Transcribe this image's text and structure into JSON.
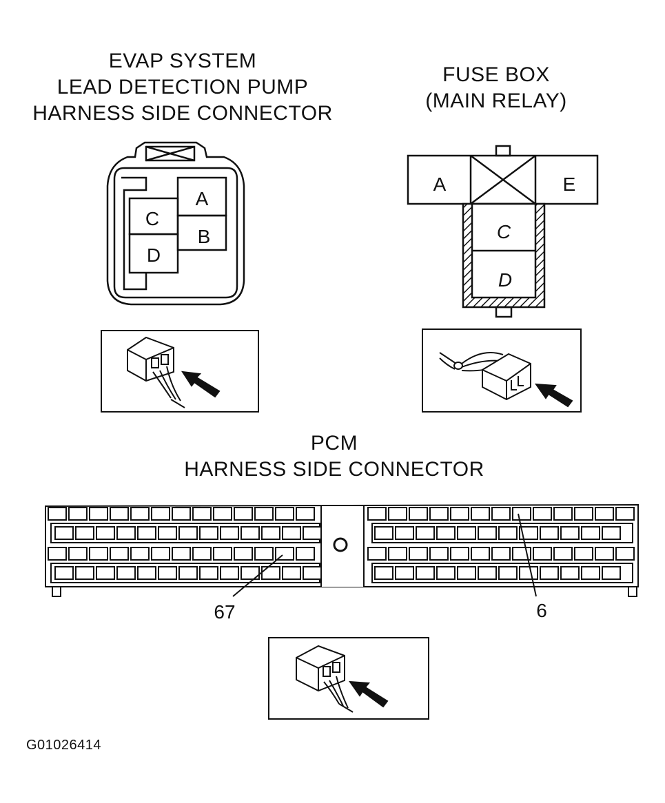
{
  "evap_connector": {
    "title_lines": [
      "EVAP SYSTEM",
      "LEAD DETECTION PUMP",
      "HARNESS SIDE CONNECTOR"
    ],
    "terminals": [
      "A",
      "B",
      "C",
      "D"
    ]
  },
  "fuse_box": {
    "title_lines": [
      "FUSE BOX",
      "(MAIN RELAY)"
    ],
    "terminals": [
      "A",
      "E",
      "C",
      "D"
    ]
  },
  "pcm_connector": {
    "title_lines": [
      "PCM",
      "HARNESS SIDE CONNECTOR"
    ],
    "callouts": [
      "67",
      "6"
    ]
  },
  "figure_code": "G01026414"
}
